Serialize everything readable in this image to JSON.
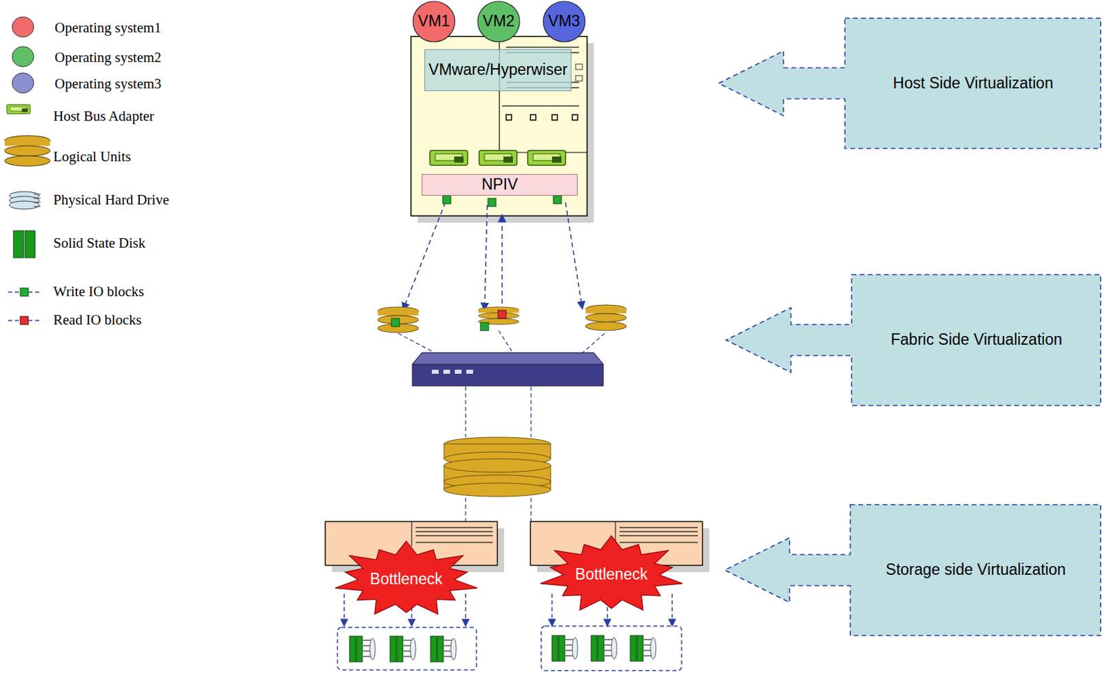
{
  "diagram": {
    "nodes": [
      {
        "text": [
          "VM1"
        ]
      },
      {
        "text": [
          "VM2"
        ]
      },
      {
        "text": [
          "VM3"
        ]
      },
      {
        "text": [
          "VMware/Hyperwiser"
        ]
      },
      {
        "text": [
          "NPIV"
        ]
      },
      {
        "text": [
          "Bottleneck"
        ]
      },
      {
        "text": [
          "Bottleneck"
        ]
      },
      {
        "text": [
          "Host Side Virtualization"
        ]
      },
      {
        "text": [
          "Fabric Side Virtualization"
        ]
      },
      {
        "text": [
          "Storage side Virtualization"
        ]
      }
    ],
    "legend": [
      {
        "text": "Operating system1",
        "color": "#f26b6b"
      },
      {
        "text": "Operating system2",
        "color": "#5fbf66"
      },
      {
        "text": "Operating system3",
        "color": "#8a8fd0"
      },
      {
        "text": "Host Bus Adapter"
      },
      {
        "text": "Logical Units"
      },
      {
        "text": "Physical Hard Drive"
      },
      {
        "text": "Solid State Disk"
      },
      {
        "text": "Write IO blocks"
      },
      {
        "text": "Read IO blocks"
      }
    ]
  }
}
